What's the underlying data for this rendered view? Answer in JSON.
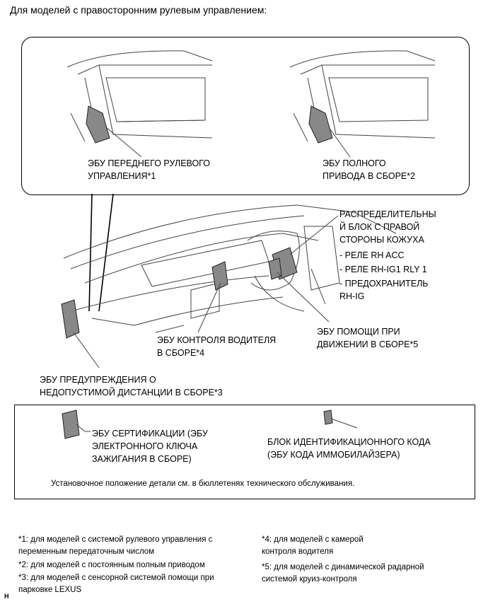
{
  "header": "Для моделей с правосторонним рулевым управлением:",
  "callouts": {
    "front_steering_ecu": [
      "ЭБУ ПЕРЕДНЕГО РУЛЕВОГО",
      "УПРАВЛЕНИЯ*1"
    ],
    "awd_ecu": [
      "ЭБУ ПОЛНОГО",
      "ПРИВОДА В СБОРЕ*2"
    ],
    "junction_block": [
      "РАСПРЕДЕЛИТЕЛЬНЫ",
      "Й БЛОК С ПРАВОЙ",
      "СТОРОНЫ КОЖУХА"
    ],
    "junction_items": [
      "- РЕЛЕ RH ACC",
      "- РЕЛЕ RH-IG1 RLY 1",
      "- ПРЕДОХРАНИТЕЛЬ",
      "RH-IG"
    ],
    "driver_monitor_ecu": [
      "ЭБУ КОНТРОЛЯ ВОДИТЕЛЯ",
      "В СБОРЕ*4"
    ],
    "driving_support_ecu": [
      "ЭБУ ПОМОЩИ ПРИ",
      "ДВИЖЕНИИ В СБОРЕ*5"
    ],
    "distance_warning_ecu": [
      "ЭБУ ПРЕДУПРЕЖДЕНИЯ О",
      "НЕДОПУСТИМОЙ ДИСТАНЦИИ В СБОРЕ*3"
    ],
    "certification_ecu": [
      "ЭБУ СЕРТИФИКАЦИИ (ЭБУ",
      "ЭЛЕКТРОННОГО КЛЮЧА",
      "ЗАЖИГАНИЯ В СБОРЕ)"
    ],
    "id_code_box": [
      "БЛОК ИДЕНТИФИКАЦИОННОГО КОДА",
      "(ЭБУ КОДА ИММОБИЛАЙЗЕРА)"
    ]
  },
  "install_note": "Установочное положение детали см. в бюллетенях технического обслуживания.",
  "footnotes": {
    "n1": [
      "*1: для моделей с системой рулевого управления с",
      "переменным передаточным числом"
    ],
    "n2": [
      "*2: для моделей с постоянным полным приводом"
    ],
    "n3": [
      "*3: для моделей с сенсорной системой помощи при",
      "парковке LEXUS"
    ],
    "n4": [
      "*4: для моделей с камерой",
      "контроля водителя"
    ],
    "n5": [
      "*5: для моделей с динамической радарной",
      "системой круиз-контроля"
    ]
  },
  "figure_code": "H"
}
